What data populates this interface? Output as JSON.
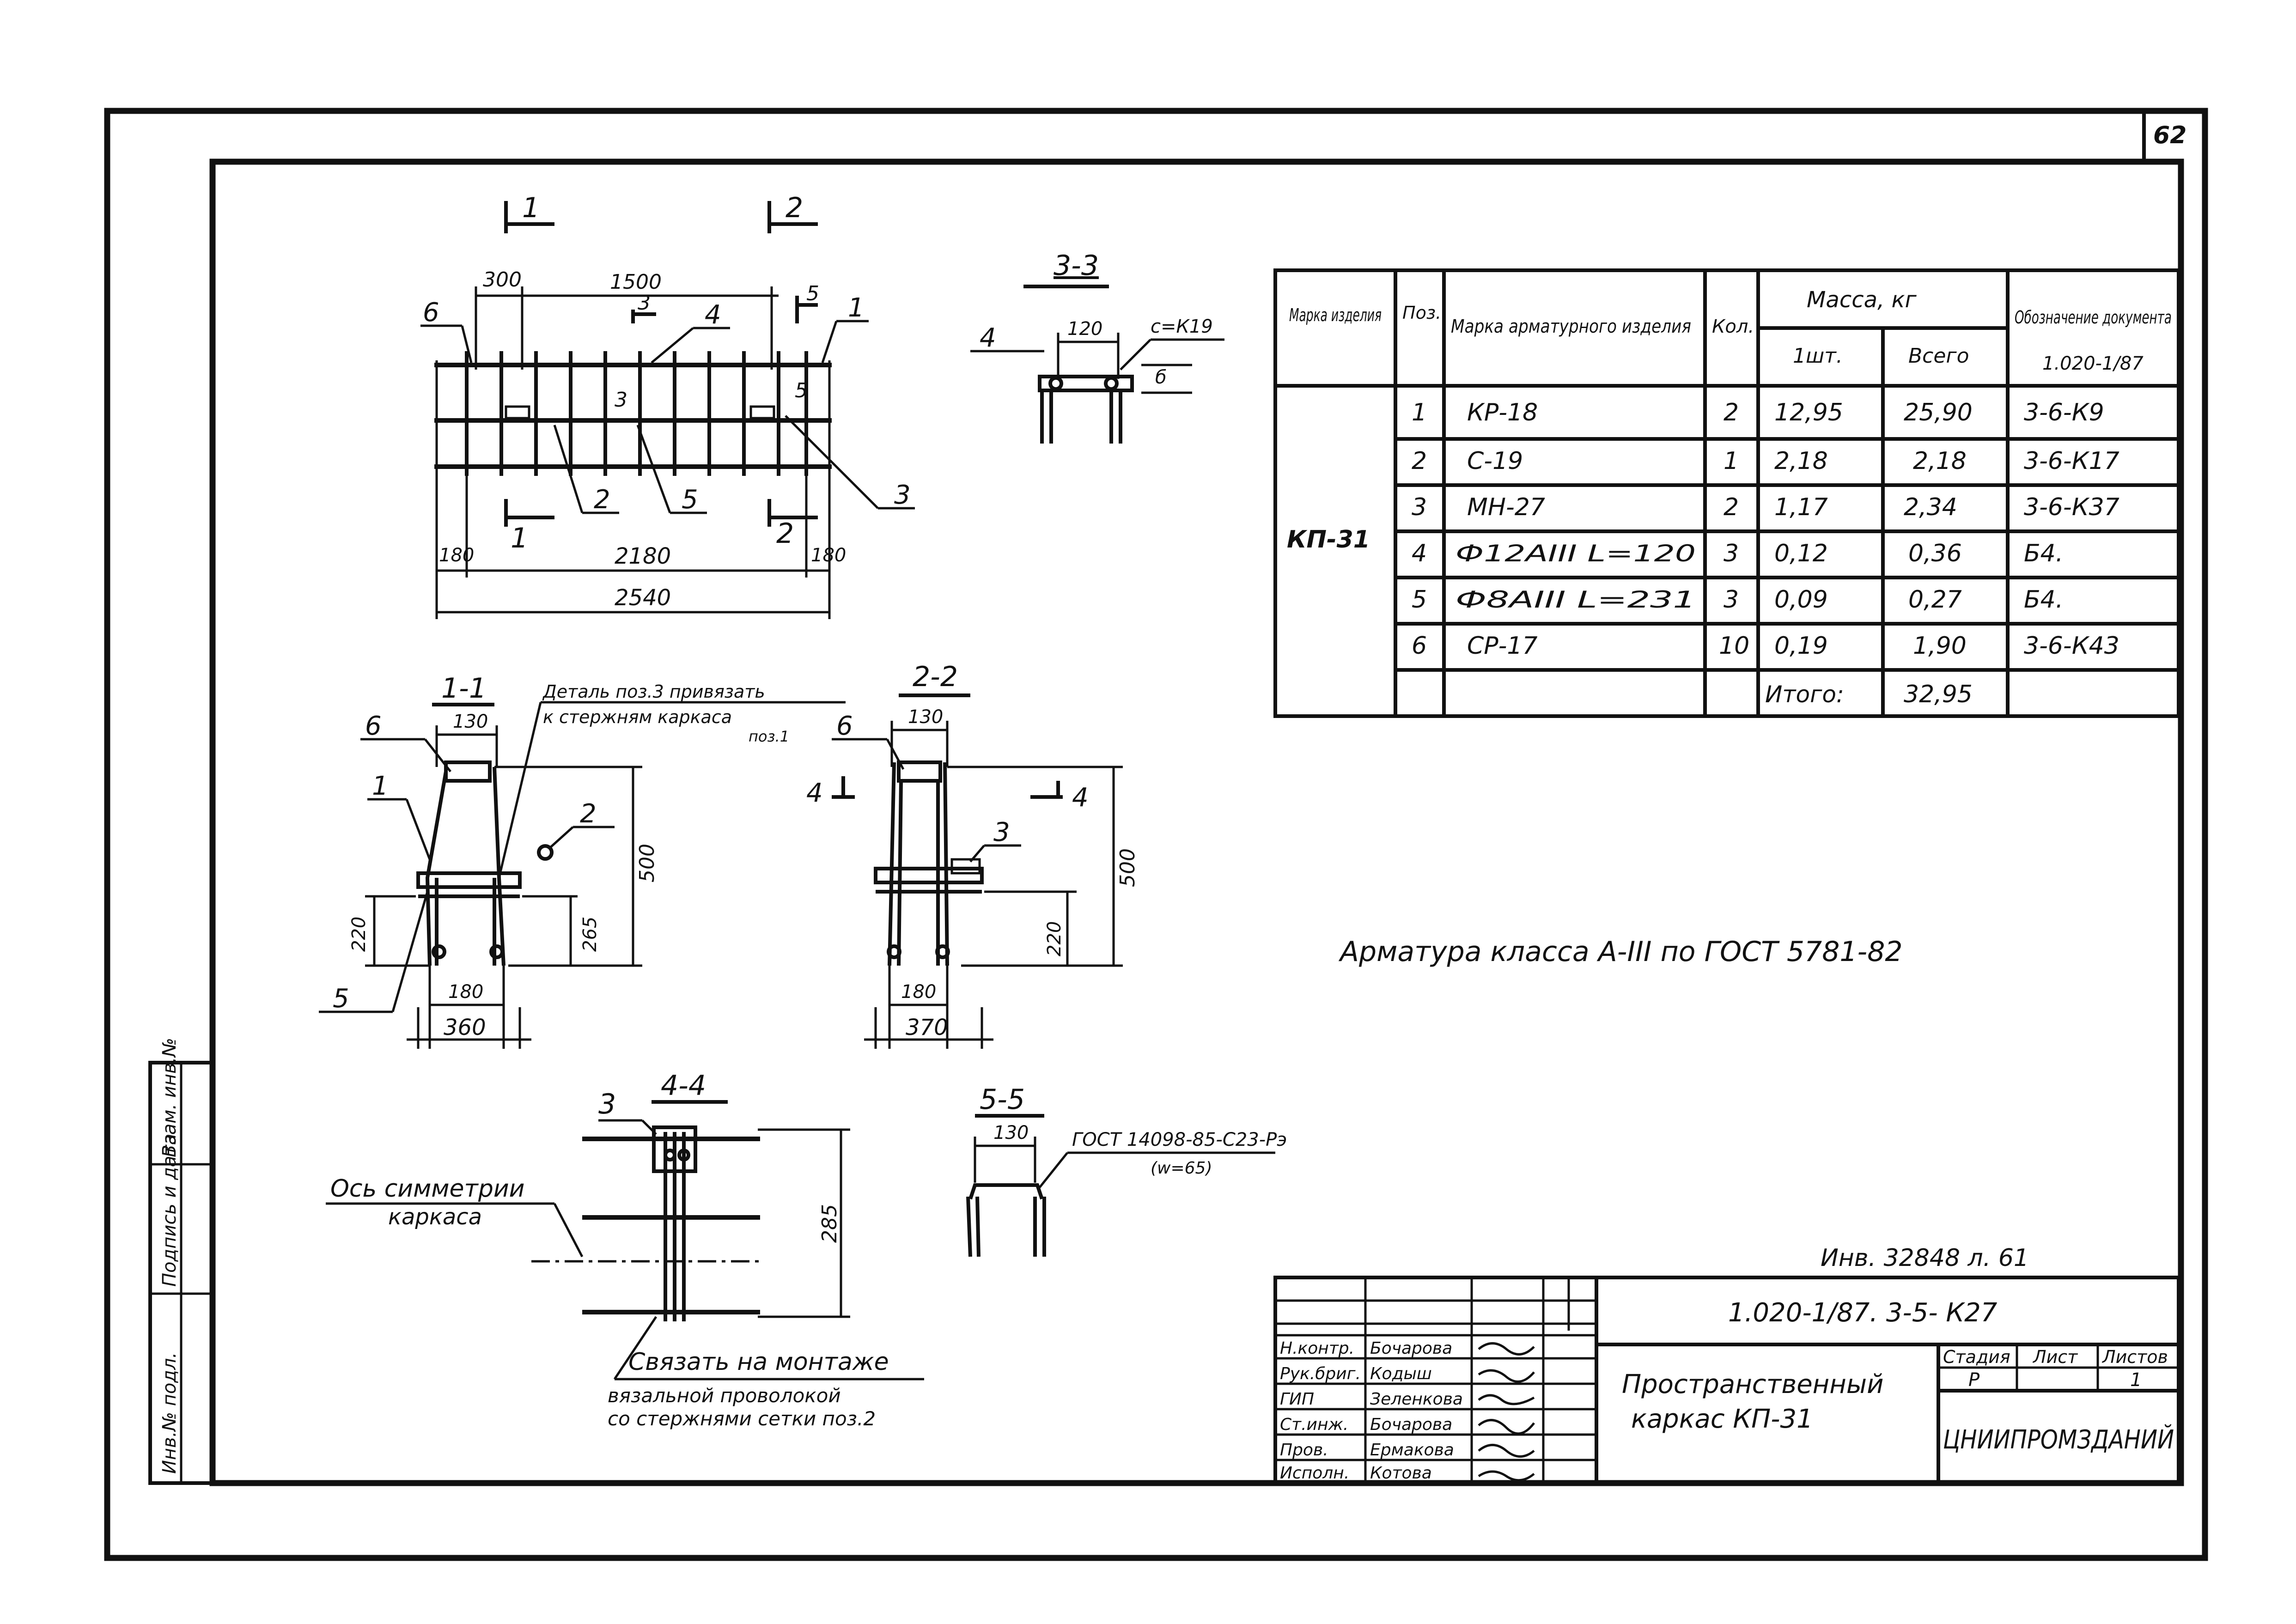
{
  "sheet_number": "62",
  "table": {
    "headers": {
      "mark": "Марка изделия",
      "pos": "Поз.",
      "item": "Марка арматурного изделия",
      "qty": "Кол.",
      "mass": "Масса, кг",
      "mass_unit": "1шт.",
      "mass_total": "Всего",
      "doc": "Обозначение документа",
      "doc_code": "1.020-1/87"
    },
    "mark_value": "КП-31",
    "rows": [
      {
        "pos": "1",
        "item": "КР-18",
        "qty": "2",
        "unit": "12,95",
        "total": "25,90",
        "doc": "3-6-К9"
      },
      {
        "pos": "2",
        "item": "С-19",
        "qty": "1",
        "unit": "2,18",
        "total": "2,18",
        "doc": "3-6-К17"
      },
      {
        "pos": "3",
        "item": "МН-27",
        "qty": "2",
        "unit": "1,17",
        "total": "2,34",
        "doc": "3-6-К37"
      },
      {
        "pos": "4",
        "item": "Ф12АIII L=120",
        "qty": "3",
        "unit": "0,12",
        "total": "0,36",
        "doc": "Б4."
      },
      {
        "pos": "5",
        "item": "Ф8АIII L=231",
        "qty": "3",
        "unit": "0,09",
        "total": "0,27",
        "doc": "Б4."
      },
      {
        "pos": "6",
        "item": "СР-17",
        "qty": "10",
        "unit": "0,19",
        "total": "1,90",
        "doc": "3-6-К43"
      }
    ],
    "total_label": "Итого:",
    "total_value": "32,95"
  },
  "note_steel": "Арматура класса А-III по ГОСТ 5781-82",
  "plan": {
    "sec1": "1",
    "sec2": "2",
    "sec3": "3",
    "sec5": "5",
    "dim_left": "300",
    "dim_mid": "1500",
    "dim_total": "2540",
    "dim_span": "2180",
    "end_left": "180",
    "end_right": "180",
    "pos6": "6",
    "pos4": "4",
    "pos1": "1",
    "pos2": "2",
    "pos5": "5",
    "pos3": "3"
  },
  "section_33": {
    "title": "3-3",
    "dim": "120",
    "weld": "с=К19",
    "pos4": "4",
    "dim_b": "б"
  },
  "section_11": {
    "title": "1-1",
    "note1": "Деталь поз.3 привязать",
    "note2": "к стержням каркаса",
    "note3": "поз.1",
    "dim_top": "130",
    "dim_h": "500",
    "dim_l": "220",
    "dim_m": "265",
    "dim_b1": "180",
    "dim_b2": "360",
    "pos6": "6",
    "pos1": "1",
    "pos2": "2",
    "pos5": "5"
  },
  "section_22": {
    "title": "2-2",
    "dim_top": "130",
    "dim_h": "500",
    "dim_m": "220",
    "dim_b1": "180",
    "dim_b2": "370",
    "pos6": "6",
    "pos3": "3",
    "arrow": "4"
  },
  "section_44": {
    "title": "4-4",
    "pos3": "3",
    "dim": "285",
    "axis1": "Ось симметрии",
    "axis2": "каркаса",
    "note1": "Связать на монтаже",
    "note2": "вязальной проволокой",
    "note3": "со стержнями сетки поз.2"
  },
  "section_55": {
    "title": "5-5",
    "dim": "130",
    "gost1": "ГОСТ 14098-85-С23-Рэ",
    "gost2": "(w=65)"
  },
  "inventory_note": "Инв. 32848 л. 61",
  "side_stamp": {
    "a": "Инв.№ подл.",
    "b": "Подпись и дата",
    "c": "Взам. инв.№"
  },
  "title_block": {
    "code": "1.020-1/87. 3-5- К27",
    "title1": "Пространственный",
    "title2": "каркас КП-31",
    "stage_label": "Стадия",
    "sheet_label": "Лист",
    "sheets_label": "Листов",
    "stage": "Р",
    "sheets": "1",
    "org": "ЦНИИПРОМЗДАНИЙ",
    "staff": [
      {
        "role": "Н.контр.",
        "name": "Бочарова"
      },
      {
        "role": "Рук.бриг.",
        "name": "Кодыш"
      },
      {
        "role": "ГИП",
        "name": "Зеленкова"
      },
      {
        "role": "Ст.инж.",
        "name": "Бочарова"
      },
      {
        "role": "Пров.",
        "name": "Ермакова"
      },
      {
        "role": "Исполн.",
        "name": "Котова"
      }
    ]
  }
}
